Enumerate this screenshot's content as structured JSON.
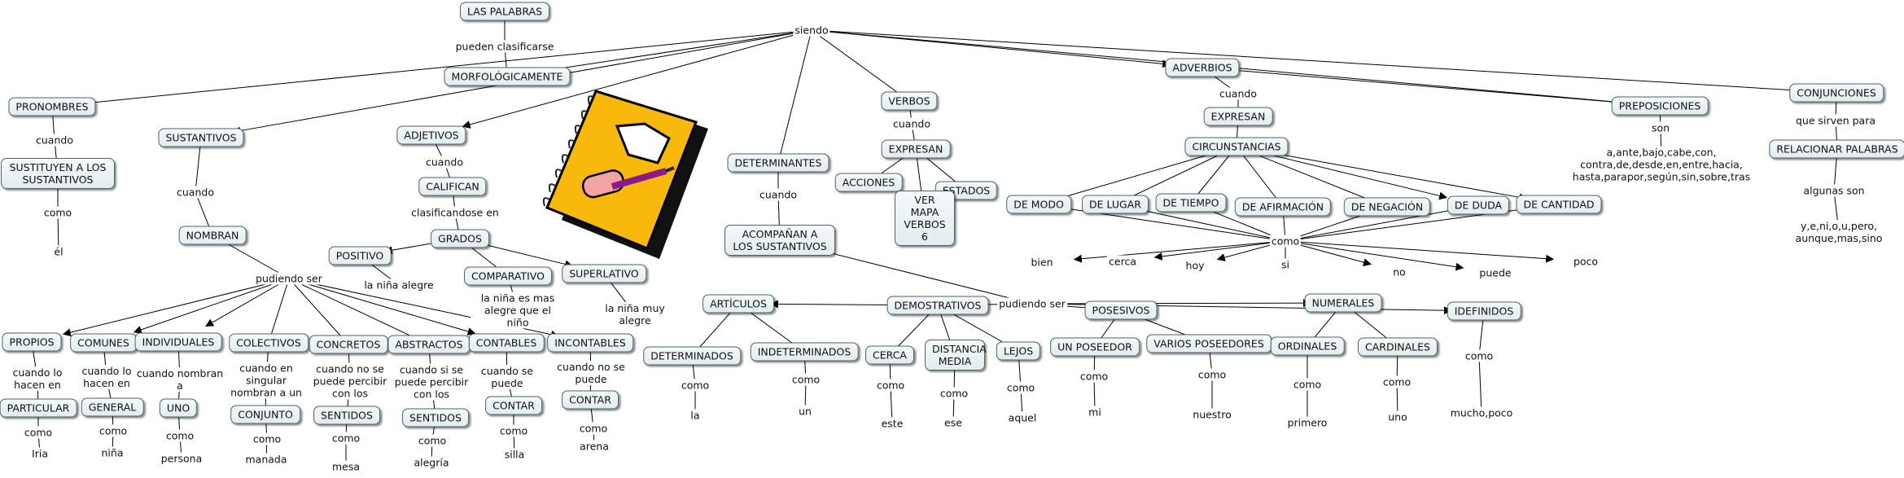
{
  "concepts": {
    "las_palabras": "LAS PALABRAS",
    "morfologicamente": "MORFOLÓGICAMENTE",
    "pronombres": "PRONOMBRES",
    "sustituyen": "SUSTITUYEN A LOS SUSTANTIVOS",
    "sustantivos": "SUSTANTIVOS",
    "nombran": "NOMBRAN",
    "propios": "PROPIOS",
    "particular": "PARTICULAR",
    "comunes": "COMUNES",
    "general": "GENERAL",
    "individuales": "INDIVIDUALES",
    "uno": "UNO",
    "colectivos": "COLECTIVOS",
    "conjunto": "CONJUNTO",
    "concretos": "CONCRETOS",
    "sentidos_a": "SENTIDOS",
    "abstractos": "ABSTRACTOS",
    "sentidos_b": "SENTIDOS",
    "contables": "CONTABLES",
    "contar_a": "CONTAR",
    "incontables": "INCONTABLES",
    "contar_b": "CONTAR",
    "adjetivos": "ADJETIVOS",
    "califican": "CALIFICAN",
    "grados": "GRADOS",
    "positivo": "POSITIVO",
    "comparativo": "COMPARATIVO",
    "superlativo": "SUPERLATIVO",
    "determinantes": "DETERMINANTES",
    "acompanan": "ACOMPAÑAN A LOS SUSTANTIVOS",
    "articulos": "ARTÍCULOS",
    "determinados": "DETERMINADOS",
    "indeterminados": "INDETERMINADOS",
    "demostrativos": "DEMOSTRATIVOS",
    "cerca": "CERCA",
    "distancia_media": "DISTANCIA MEDIA",
    "lejos": "LEJOS",
    "posesivos": "POSESIVOS",
    "un_poseedor": "UN POSEEDOR",
    "varios_poseedores": "VARIOS POSEEDORES",
    "numerales": "NUMERALES",
    "ordinales": "ORDINALES",
    "cardinales": "CARDINALES",
    "indefinidos": "IDEFINIDOS",
    "verbos": "VERBOS",
    "expresan_v": "EXPRESAN",
    "acciones": "ACCIONES",
    "estados": "ESTADOS",
    "ver_mapa": "VER MAPA VERBOS 6",
    "adverbios": "ADVERBIOS",
    "expresan_a": "EXPRESAN",
    "circunstancias": "CIRCUNSTANCIAS",
    "de_modo": "DE MODO",
    "de_lugar": "DE LUGAR",
    "de_tiempo": "DE TIEMPO",
    "de_afirmacion": "DE AFIRMACIÓN",
    "de_negacion": "DE NEGACIÓN",
    "de_duda": "DE DUDA",
    "de_cantidad": "DE CANTIDAD",
    "preposiciones": "PREPOSICIONES",
    "conjunciones": "CONJUNCIONES",
    "relacionar": "RELACIONAR PALABRAS"
  },
  "linking": {
    "pueden_clasificarse": "pueden clasificarse",
    "siendo": "siendo",
    "cuando_pron": "cuando",
    "como_pron": "como",
    "el": "él",
    "cuando_sust": "cuando",
    "pudiendo_ser_sust": "pudiendo ser",
    "cuando_propios": "cuando lo hacen en",
    "como_propios": "como",
    "iria": "Iria",
    "cuando_comunes": "cuando lo hacen en",
    "como_comunes": "como",
    "nina": "niña",
    "cuando_indiv": "cuando nombran a",
    "como_indiv": "como",
    "persona": "persona",
    "cuando_colect": "cuando en singular nombran a un",
    "como_colect": "como",
    "manada": "manada",
    "cuando_concretos": "cuando no se puede percibir con los",
    "como_concretos": "como",
    "mesa": "mesa",
    "cuando_abstractos": "cuando si se puede percibir con los",
    "como_abstractos": "como",
    "alegria": "alegría",
    "cuando_contables": "cuando se puede",
    "como_contables": "como",
    "silla": "silla",
    "cuando_incontables": "cuando no se puede",
    "como_incontables": "como",
    "arena": "arena",
    "cuando_adj": "cuando",
    "clasificandose": "clasificandose en",
    "nina_alegre": "la niña alegre",
    "nina_mas_alegre": "la niña es mas alegre que el niño",
    "nina_muy_alegre": "la niña muy alegre",
    "cuando_det": "cuando",
    "pudiendo_ser_det": "pudiendo ser",
    "como_determinados": "como",
    "la": "la",
    "como_indeterminados": "como",
    "un": "un",
    "como_cerca": "como",
    "este": "este",
    "como_media": "como",
    "ese": "ese",
    "como_lejos": "como",
    "aquel": "aquel",
    "como_un_poseedor": "como",
    "mi": "mi",
    "como_varios": "como",
    "nuestro": "nuestro",
    "como_ordinales": "como",
    "primero": "primero",
    "como_cardinales": "como",
    "uno_ej": "uno",
    "como_indef": "como",
    "mucho_poco": "mucho,poco",
    "cuando_verbos": "cuando",
    "cuando_adv": "cuando",
    "como_adv": "como",
    "bien": "bien",
    "cerca_ej": "cerca",
    "hoy": "hoy",
    "si": "si",
    "no": "no",
    "puede": "puede",
    "poco": "poco",
    "son": "son",
    "preposiciones_lista": "a,ante,bajo,cabe,con, contra,de,desde,en,entre,hacia, hasta,parapor,según,sin,sobre,tras",
    "que_sirven_para": "que sirven para",
    "algunas_son": "algunas son",
    "conjunciones_lista": "y,e,ni,o,u,pero, aunque,mas,sino"
  }
}
